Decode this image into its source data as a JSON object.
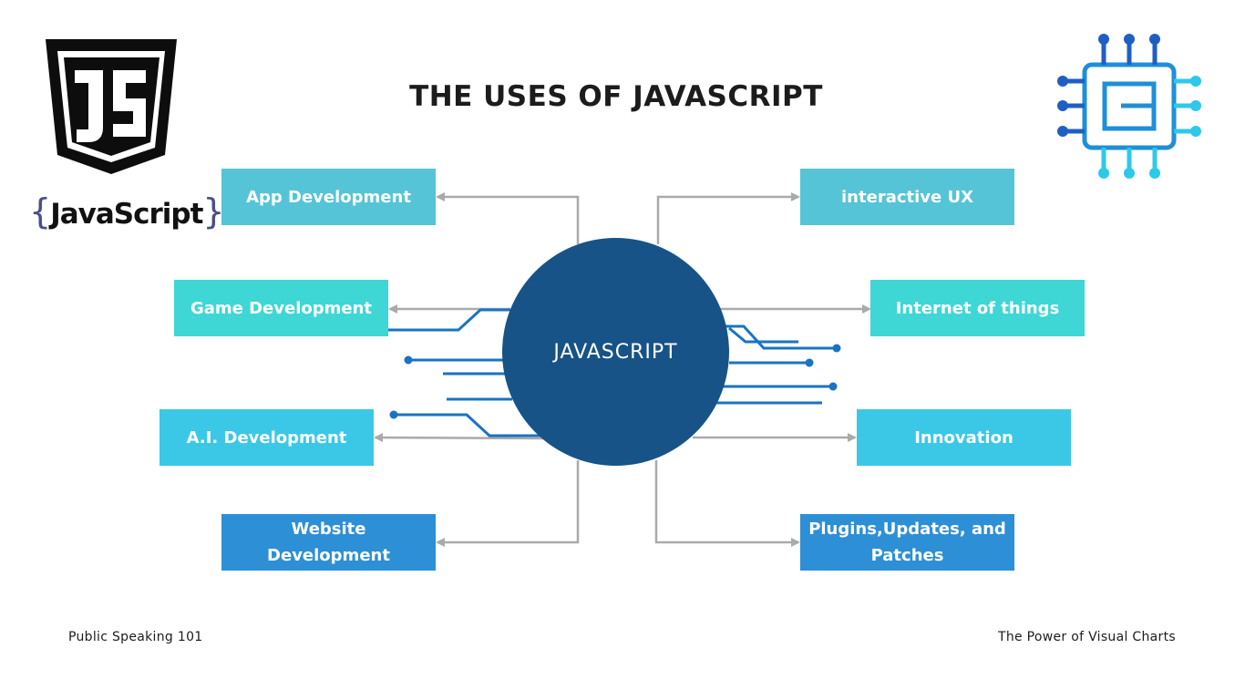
{
  "title": "THE USES OF JAVASCRIPT",
  "hub": {
    "label": "JAVASCRIPT",
    "color": "#175387"
  },
  "logo": {
    "badge_text": "JS",
    "wordmark": "JavaScript",
    "brace_open": "{",
    "brace_close": "}"
  },
  "left_items": [
    {
      "label": "App Development",
      "color": "#55c4d6"
    },
    {
      "label": "Game Development",
      "color": "#3fd6d6"
    },
    {
      "label": "A.I. Development",
      "color": "#3ac8e6"
    },
    {
      "label": "Website Development",
      "color": "#2d8fd5"
    }
  ],
  "right_items": [
    {
      "label": "interactive UX",
      "color": "#55c4d6"
    },
    {
      "label": "Internet of things",
      "color": "#3fd6d6"
    },
    {
      "label": "Innovation",
      "color": "#3ac8e6"
    },
    {
      "label": "Plugins,Updates, and Patches",
      "color": "#2d8fd5"
    }
  ],
  "footer": {
    "left": "Public Speaking 101",
    "right": "The Power of Visual Charts"
  },
  "colors": {
    "connector": "#aaaaaa",
    "circuit": "#1a73c2",
    "chip_dark": "#1f5fc4",
    "chip_light": "#2ec8ea"
  },
  "icons": [
    "javascript-shield-icon",
    "circuit-chip-icon"
  ]
}
